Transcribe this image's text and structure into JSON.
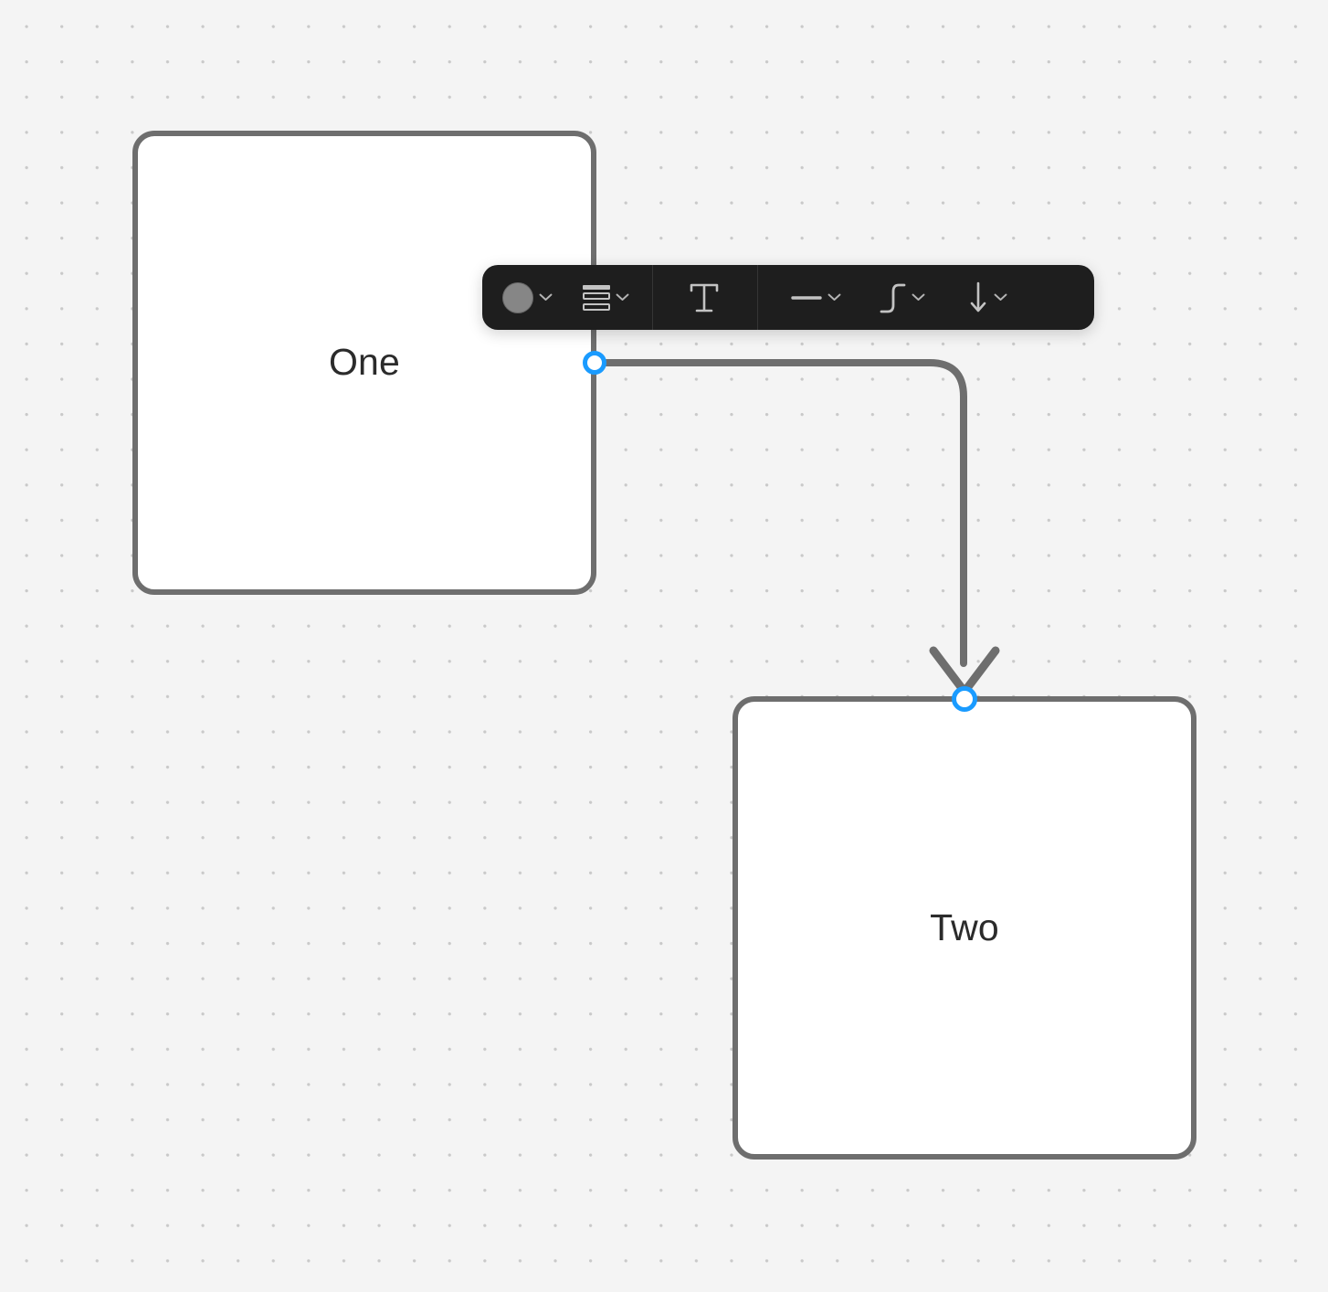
{
  "canvas": {
    "background_color": "#f4f4f4",
    "grid_dot_color": "#c9c9c9",
    "grid_type": "dot-grid"
  },
  "shapes": [
    {
      "id": "one",
      "label": "One",
      "type": "rectangle",
      "fill_color": "#ffffff",
      "stroke_color": "#6e6e6e",
      "text_color": "#2b2b2b"
    },
    {
      "id": "two",
      "label": "Two",
      "type": "rectangle",
      "fill_color": "#ffffff",
      "stroke_color": "#6e6e6e",
      "text_color": "#2b2b2b"
    }
  ],
  "connector": {
    "type": "elbow-arrow",
    "stroke_color": "#6e6e6e",
    "from": "one",
    "to": "two",
    "arrowhead_end": "arrow",
    "arrowhead_start": "none"
  },
  "handles": {
    "color": "#1a9bff",
    "fill": "#ffffff",
    "source_name": "connector-start-handle",
    "target_name": "connector-end-handle"
  },
  "toolbar": {
    "background_color": "#1e1e1e",
    "icon_color": "#c3c3c3",
    "controls": [
      {
        "name": "color",
        "icon": "color-swatch-circle-icon",
        "swatch_color": "#868686",
        "chevron": "chevron-down-icon"
      },
      {
        "name": "fill-style",
        "icon": "fill-style-bars-icon",
        "chevron": "chevron-down-icon"
      },
      {
        "name": "font",
        "icon": "text-serif-t-icon",
        "glyph": "T",
        "chevron": ""
      },
      {
        "name": "stroke-style",
        "icon": "line-dash-icon",
        "chevron": "chevron-down-icon"
      },
      {
        "name": "line-curve",
        "icon": "s-curve-elbow-icon",
        "chevron": "chevron-down-icon"
      },
      {
        "name": "arrowhead",
        "icon": "arrow-down-icon",
        "chevron": "chevron-down-icon"
      }
    ]
  }
}
